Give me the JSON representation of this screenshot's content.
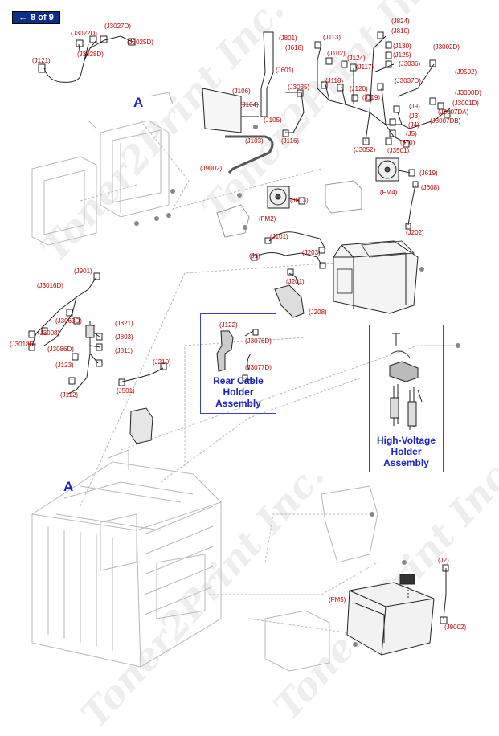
{
  "nav": {
    "page_label": "8 of 9",
    "back_arrow_icon": "left-arrow-icon"
  },
  "watermark_text": "Toner2Print Inc.",
  "markers": {
    "a_top": "A",
    "a_bottom": "A"
  },
  "assemblies": {
    "rear_cable_holder": [
      "Rear Cable",
      "Holder",
      "Assembly"
    ],
    "high_voltage_holder": [
      "High-Voltage",
      "Holder",
      "Assembly"
    ]
  },
  "labels": {
    "j3027d": "(J3027D)",
    "j3022d": "(J3022D)",
    "j3025d": "(J3025D)",
    "j3028d": "(J3028D)",
    "j121": "(J121)",
    "j801": "(J801)",
    "j618": "(J618)",
    "j601": "(J601)",
    "j106": "(J106)",
    "j104": "(J104)",
    "j105": "(J105)",
    "j3035": "(J3035)",
    "j116": "(J116)",
    "j103": "(J103)",
    "j9002_top": "(J9002)",
    "j824": "(J824)",
    "j810": "(J810)",
    "j113": "(J113)",
    "j130": "(J130)",
    "j3002d": "(J3002D)",
    "j102": "(J102)",
    "j124": "(J124)",
    "j125": "(J125)",
    "j117": "(J117)",
    "j3036": "(J3036)",
    "j9502": "(J9502)",
    "j118": "(J118)",
    "j120": "(J120)",
    "j3037d": "(J3037D)",
    "j3000d": "(J3000D)",
    "j119": "(J119)",
    "j3001d": "(J3001D)",
    "j9": "(J9)",
    "j3007da": "(J3007DA)",
    "j3": "(J3)",
    "j3007db": "(J3007DB)",
    "j4": "(J4)",
    "j5": "(J5)",
    "j70": "(J70)",
    "j3052": "(J3052)",
    "j3501": "(J3501)",
    "j619": "(J619)",
    "j608": "(J608)",
    "fm4": "(FM4)",
    "j613": "(J613)",
    "fm2": "(FM2)",
    "j202": "(J202)",
    "j101": "(J101)",
    "j1": "(J1)",
    "j203": "(J203)",
    "j201": "(J201)",
    "j208": "(J208)",
    "j901": "(J901)",
    "j3016d": "(J3016D)",
    "j3063d": "(J3063D)",
    "j821": "(J821)",
    "j3008": "(J3008)",
    "j803": "(J803)",
    "j3018d": "(J3018D)",
    "j3086d": "(J3086D)",
    "j811": "(J811)",
    "j123": "(J123)",
    "j112": "(J112)",
    "j210": "(J210)",
    "j501": "(J501)",
    "j122": "(J122)",
    "j3076d": "(J3076D)",
    "j3077d": "(J3077D)",
    "j2": "(J2)",
    "fm5": "(FM5)",
    "j9002_bottom": "(J9002)"
  }
}
